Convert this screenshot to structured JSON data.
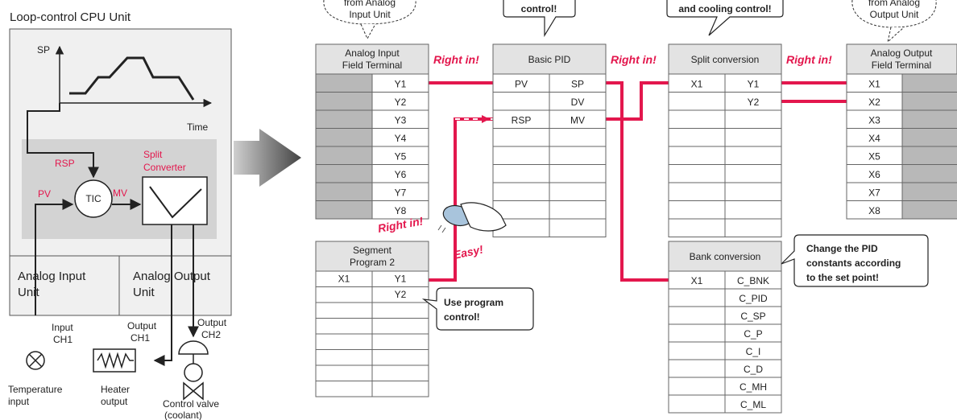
{
  "cpu_unit": {
    "title": "Loop-control CPU Unit",
    "sp_label": "SP",
    "time_label": "Time",
    "rsp_label": "RSP",
    "pv_label": "PV",
    "mv_label": "MV",
    "tic_label": "TIC",
    "split_label_1": "Split",
    "split_label_2": "Converter",
    "analog_input_1": "Analog Input",
    "analog_input_2": "Unit",
    "analog_output_1": "Analog Output",
    "analog_output_2": "Unit",
    "input_ch_1": "Input",
    "input_ch_2": "CH1",
    "output_ch1_1": "Output",
    "output_ch1_2": "CH1",
    "output_ch2_1": "Output",
    "output_ch2_2": "CH2",
    "temp_1": "Temperature",
    "temp_2": "input",
    "heater_1": "Heater",
    "heater_2": "output",
    "valve_1": "Control valve",
    "valve_2": "(coolant)"
  },
  "callouts": {
    "analog_input_1": "from Analog",
    "analog_input_2": "Input Unit",
    "pid": "control!",
    "split": "and cooling control!",
    "analog_output_1": "from Analog",
    "analog_output_2": "Output Unit",
    "program_1": "Use program",
    "program_2": "control!",
    "bank_1": "Change the PID",
    "bank_2": "constants according",
    "bank_3": "to the set point!"
  },
  "right_in": "Right in!",
  "easy": "Easy!",
  "blocks": {
    "ai_terminal": {
      "title_1": "Analog Input",
      "title_2": "Field Terminal",
      "outputs": [
        "Y1",
        "Y2",
        "Y3",
        "Y4",
        "Y5",
        "Y6",
        "Y7",
        "Y8"
      ]
    },
    "basic_pid": {
      "title": "Basic PID",
      "inputs": [
        "PV",
        "",
        "RSP"
      ],
      "outputs": [
        "SP",
        "DV",
        "MV"
      ]
    },
    "split_conv": {
      "title": "Split conversion",
      "inputs": [
        "X1"
      ],
      "outputs": [
        "Y1",
        "Y2"
      ]
    },
    "ao_terminal": {
      "title_1": "Analog Output",
      "title_2": "Field Terminal",
      "inputs": [
        "X1",
        "X2",
        "X3",
        "X4",
        "X5",
        "X6",
        "X7",
        "X8"
      ]
    },
    "segment": {
      "title_1": "Segment",
      "title_2": "Program 2",
      "inputs": [
        "X1"
      ],
      "outputs": [
        "Y1",
        "Y2"
      ]
    },
    "bank_conv": {
      "title": "Bank conversion",
      "inputs": [
        "X1"
      ],
      "outputs": [
        "C_BNK",
        "C_PID",
        "C_SP",
        "C_P",
        "C_I",
        "C_D",
        "C_MH",
        "C_ML"
      ]
    }
  },
  "colors": {
    "accent": "#e3174d",
    "panel": "#f0f0f0",
    "inner": "#d3d3d3",
    "header": "#e3e3e3",
    "gray_cell": "#b8b8b8"
  }
}
